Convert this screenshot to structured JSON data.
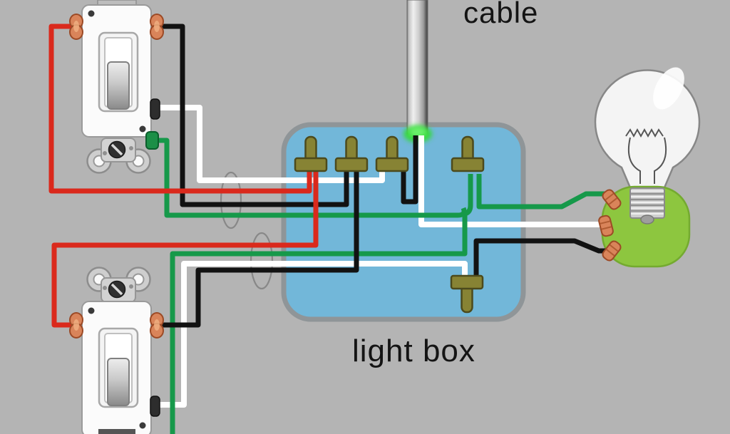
{
  "diagram": {
    "type": "electrical-wiring-diagram",
    "labels": {
      "cable": "cable",
      "light_box": "light box"
    },
    "components": [
      {
        "name": "three-way-switch-top"
      },
      {
        "name": "three-way-switch-bottom"
      },
      {
        "name": "light-box"
      },
      {
        "name": "power-cable"
      },
      {
        "name": "light-bulb-fixture"
      },
      {
        "name": "wire-nut",
        "count": 5
      },
      {
        "name": "cable-loop-marker",
        "count": 2
      }
    ],
    "wire_colors": [
      "red",
      "black",
      "white",
      "green"
    ]
  },
  "colors": {
    "background": "#b4b4b4",
    "box_fill": "#72b7d9",
    "box_border": "#8f9598",
    "wire_red": "#da291c",
    "wire_black": "#121212",
    "wire_white": "#ffffff",
    "wire_green": "#16994a",
    "wire_nut": "#878334",
    "fixture_green": "#8dc63f",
    "terminal_orange": "#d9845a",
    "cable_gray": "#c6c6c6",
    "glow_green": "#35d83c"
  }
}
